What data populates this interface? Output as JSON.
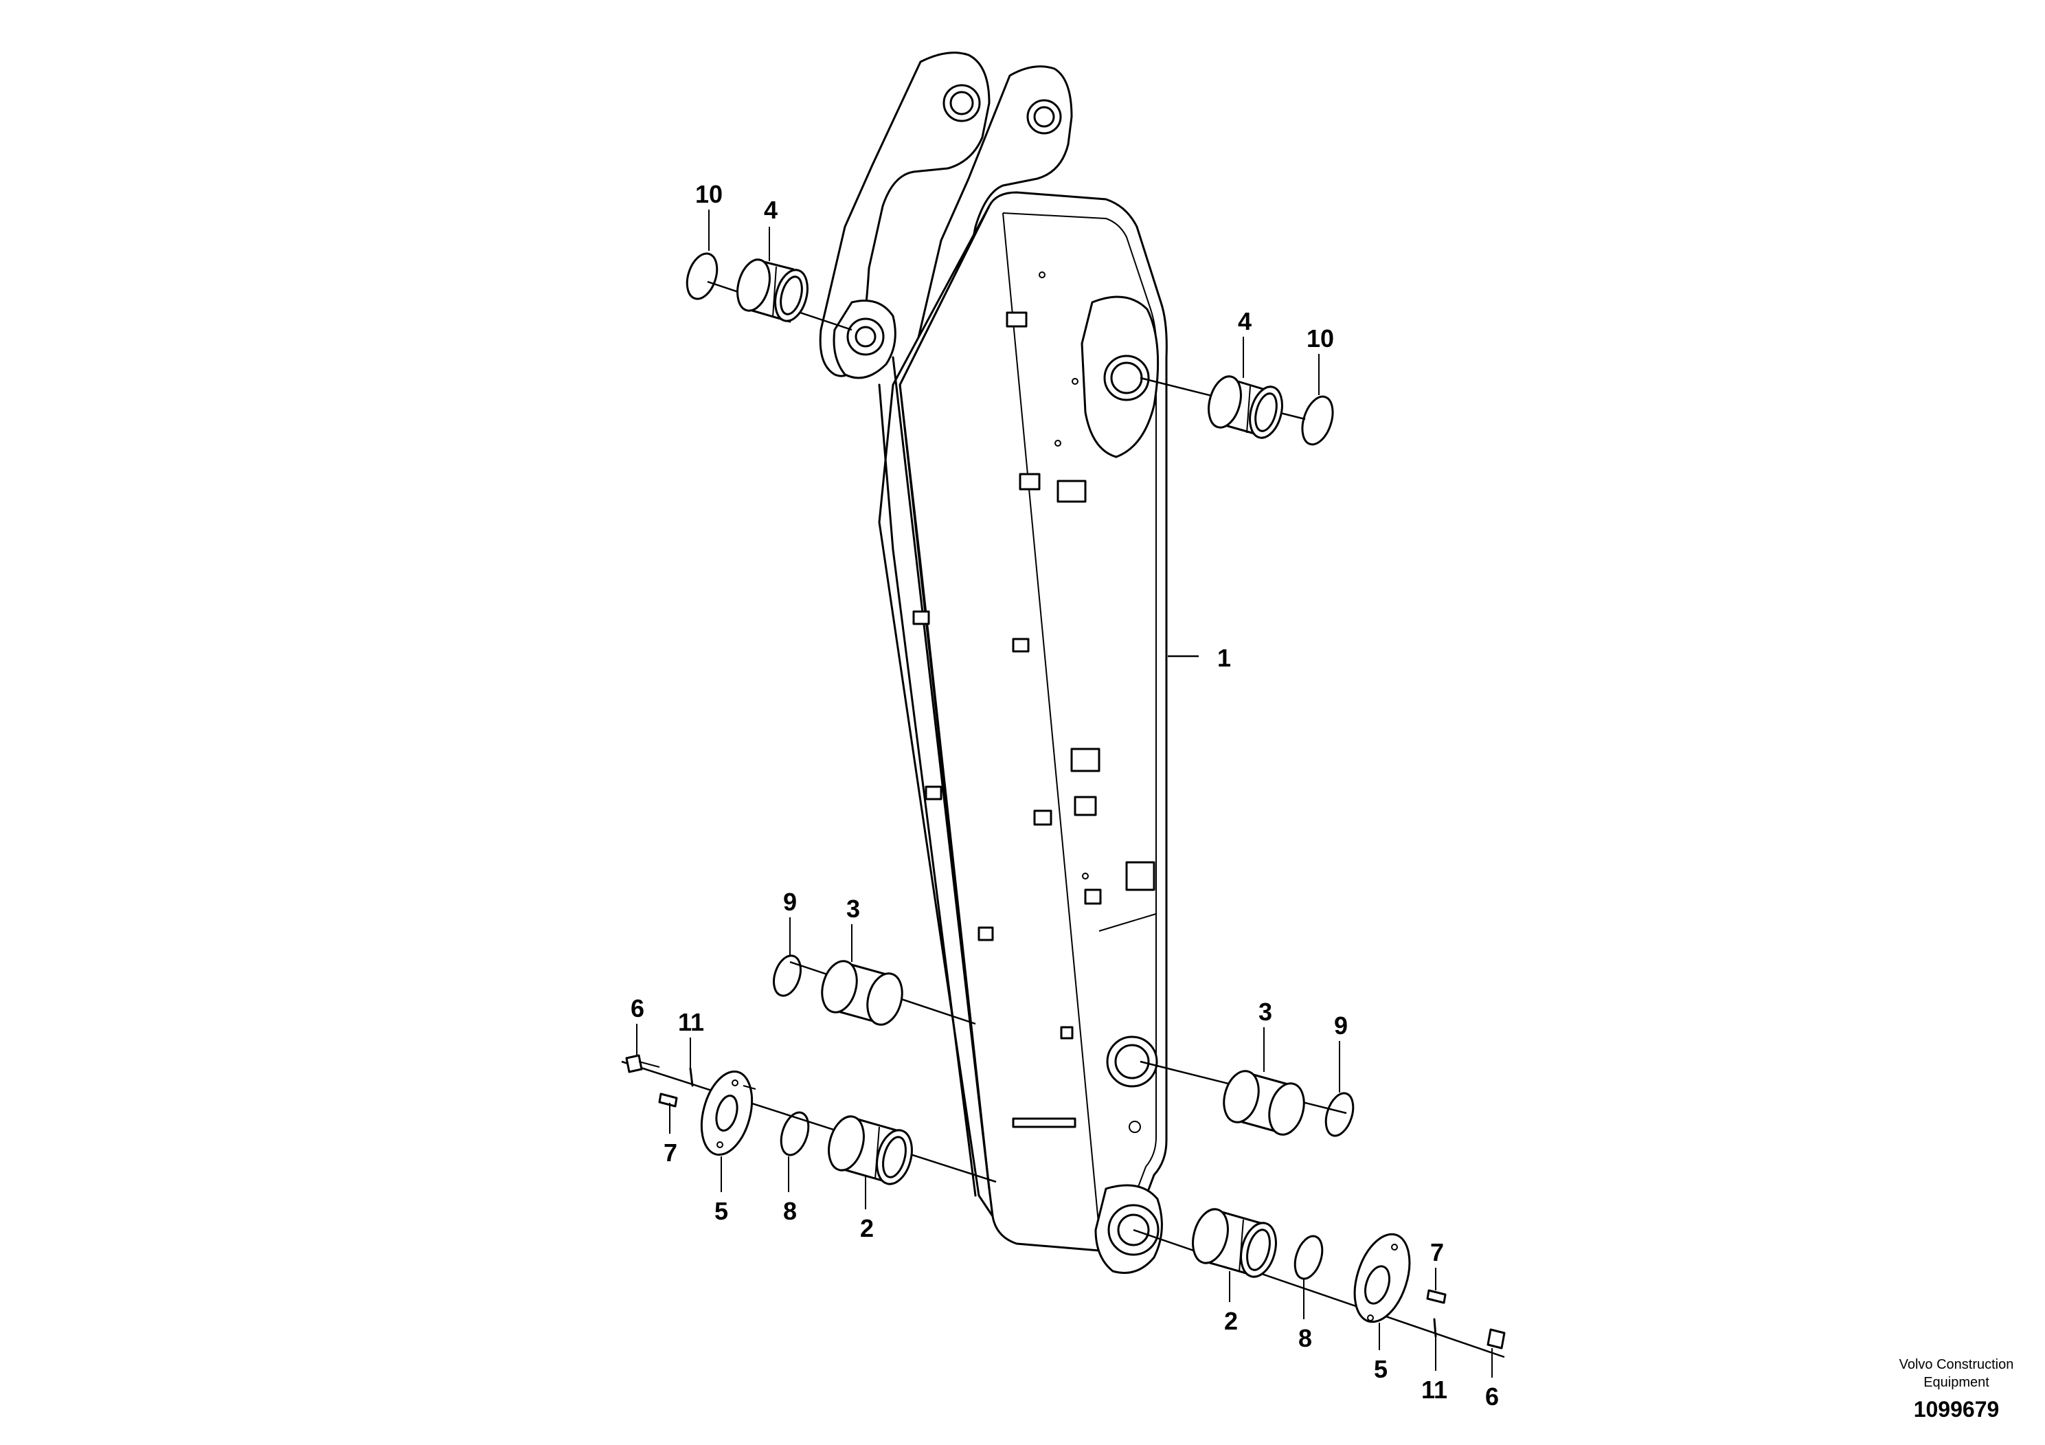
{
  "callouts": {
    "c10_top": "10",
    "c4_top": "4",
    "c4_right": "4",
    "c10_right": "10",
    "c1": "1",
    "c9_left": "9",
    "c3_left": "3",
    "c3_right": "3",
    "c9_right": "9",
    "c6_left": "6",
    "c11_left": "11",
    "c7_left": "7",
    "c5_left": "5",
    "c8_left": "8",
    "c2_left": "2",
    "c2_right": "2",
    "c8_right": "8",
    "c7_right": "7",
    "c5_right": "5",
    "c11_right": "11",
    "c6_right": "6"
  },
  "credit": {
    "line1": "Volvo Construction",
    "line2": "Equipment"
  },
  "doc_number": "1099679"
}
